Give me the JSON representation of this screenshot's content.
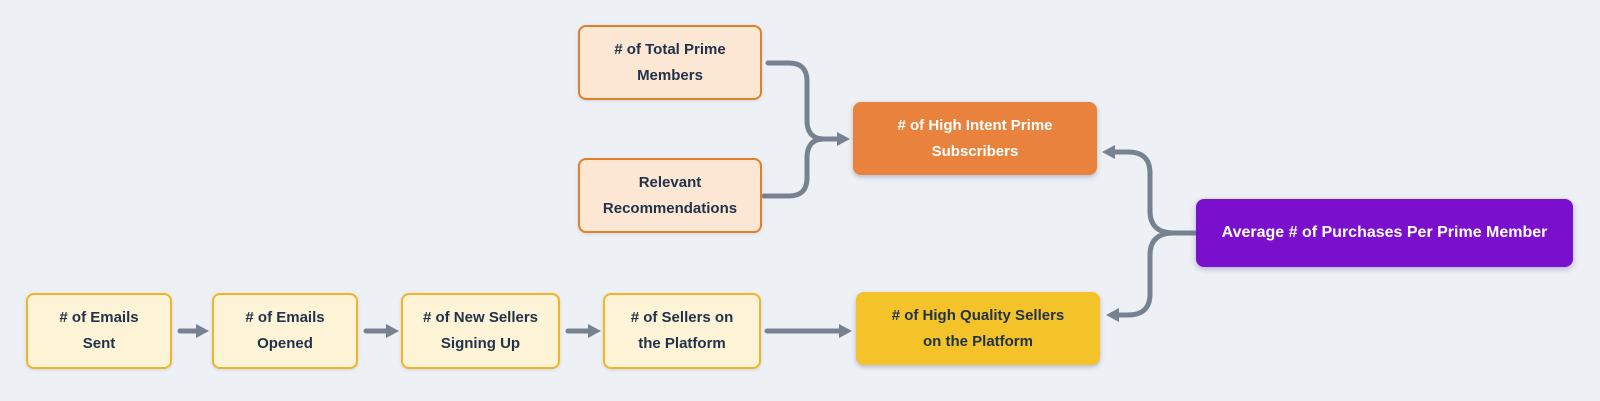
{
  "diagram": {
    "nodes": {
      "total_prime": {
        "label": "# of Total Prime\nMembers",
        "style": "orange-outline"
      },
      "relevant_recs": {
        "label": "Relevant\nRecommendations",
        "style": "orange-outline"
      },
      "high_intent": {
        "label": "# of High Intent Prime\nSubscribers",
        "style": "orange-solid"
      },
      "avg_purchases": {
        "label": "Average # of Purchases Per Prime Member",
        "style": "purple-solid"
      },
      "emails_sent": {
        "label": "# of Emails\nSent",
        "style": "yellow-outline"
      },
      "emails_opened": {
        "label": "# of Emails\nOpened",
        "style": "yellow-outline"
      },
      "new_sellers": {
        "label": "# of New Sellers\nSigning Up",
        "style": "yellow-outline"
      },
      "sellers_platform": {
        "label": "# of Sellers on\nthe Platform",
        "style": "yellow-outline"
      },
      "high_quality_sellers": {
        "label": "# of High Quality Sellers\non the Platform",
        "style": "gold-solid"
      }
    },
    "edges": [
      {
        "from": "emails_sent",
        "to": "emails_opened"
      },
      {
        "from": "emails_opened",
        "to": "new_sellers"
      },
      {
        "from": "new_sellers",
        "to": "sellers_platform"
      },
      {
        "from": "sellers_platform",
        "to": "high_quality_sellers"
      },
      {
        "from": "total_prime",
        "to": "high_intent"
      },
      {
        "from": "relevant_recs",
        "to": "high_intent"
      },
      {
        "from": "avg_purchases",
        "to": "high_intent"
      },
      {
        "from": "avg_purchases",
        "to": "high_quality_sellers"
      }
    ],
    "colors": {
      "background": "#EDF0F5",
      "peach_fill": "#FCE6D4",
      "peach_border": "#E0802D",
      "orange_fill": "#E8823C",
      "yellow_fill": "#FDF4D7",
      "yellow_border": "#F0B429",
      "gold_fill": "#F4C32A",
      "purple_fill": "#7A10CE",
      "connector": "#76828F",
      "text_dark": "#223349",
      "text_light": "#FFFFFF"
    }
  }
}
